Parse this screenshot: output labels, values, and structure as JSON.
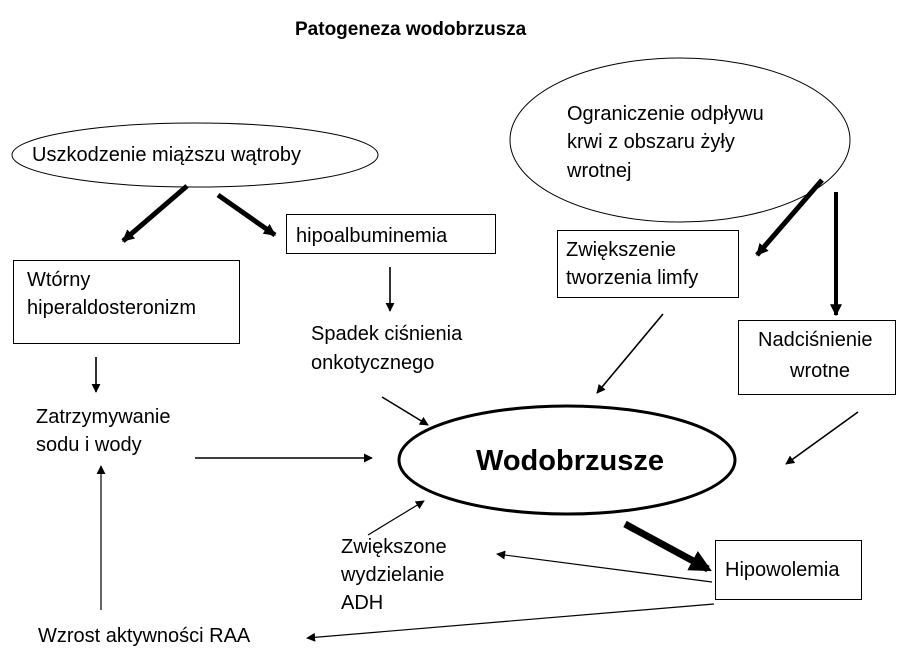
{
  "title": "Patogeneza wodobrzusza",
  "nodes": {
    "liver_damage": "Uszkodzenie miąższu wątroby",
    "portal_outflow": [
      "Ograniczenie odpływu",
      "krwi z obszaru żyły",
      "wrotnej"
    ],
    "hypoalbuminemia": "hipoalbuminemia",
    "secondary_hyperaldosteronism": [
      "Wtórny",
      "hiperaldosteronizm"
    ],
    "lymph_formation": [
      "Zwiększenie",
      "tworzenia limfy"
    ],
    "portal_hypertension": [
      "Nadciśnienie",
      "wrotne"
    ],
    "oncotic_pressure_drop": [
      "Spadek ciśnienia",
      "onkotycznego"
    ],
    "sodium_water_retention": [
      "Zatrzymywanie",
      "sodu i wody"
    ],
    "ascites": "Wodobrzusze",
    "adh_secretion": [
      "Zwiększone",
      "wydzielanie",
      "ADH"
    ],
    "hypovolemia": "Hipowolemia",
    "raa_activity": "Wzrost aktywności RAA"
  }
}
